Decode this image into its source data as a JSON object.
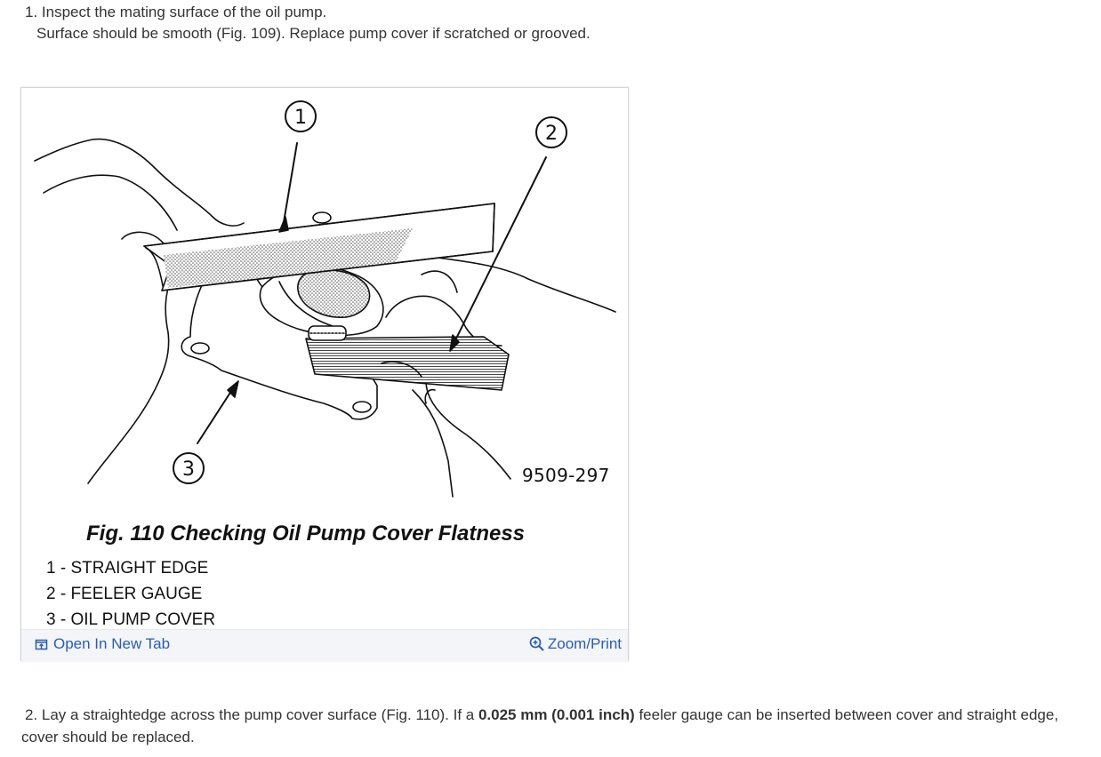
{
  "step1": {
    "line1": "1. Inspect the mating surface of the oil pump.",
    "line2": "Surface should be smooth (Fig. 109). Replace pump cover if scratched or grooved."
  },
  "figure": {
    "callouts": [
      "1",
      "2",
      "3"
    ],
    "code": "9509-297",
    "caption": "Fig. 110 Checking Oil Pump Cover Flatness",
    "legend": [
      "1 - STRAIGHT EDGE",
      "2 - FEELER GAUGE",
      "3 - OIL PUMP COVER"
    ],
    "open_tab_label": "Open In New Tab",
    "zoom_label": "Zoom/Print",
    "icons": {
      "open_tab": "open-new-tab-icon",
      "zoom": "magnifier-zoom-icon"
    }
  },
  "step2": {
    "before": "2. Lay a straightedge across the pump cover surface (Fig. 110). If a ",
    "bold": "0.025 mm (0.001 inch)",
    "after": " feeler gauge can be inserted between cover and straight edge,",
    "line2": "cover should be replaced."
  },
  "colors": {
    "link": "#2a5db0",
    "text": "#333333",
    "footer_bg": "#f3f5f8"
  }
}
